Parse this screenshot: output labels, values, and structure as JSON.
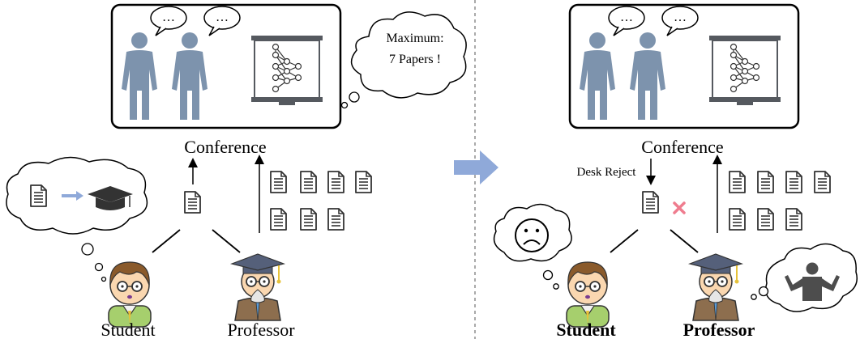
{
  "left_panel": {
    "venue_label": "Conference",
    "thought_text_line1": "Maximum:",
    "thought_text_line2": "7 Papers !",
    "speech_left": "…",
    "speech_right": "…",
    "student_label": "Student",
    "professor_label": "Professor"
  },
  "right_panel": {
    "venue_label": "Conference",
    "desk_reject_label": "Desk Reject",
    "speech_left": "…",
    "speech_right": "…",
    "student_label": "Student",
    "professor_label": "Professor"
  },
  "colors": {
    "person_blue": "#7d93ad",
    "arrow_blue": "#8fa9d9",
    "reject_pink": "#ef7c8e",
    "skin": "#fad7b0",
    "student_hair": "#8a5a2b",
    "student_shirt": "#a6cf6d",
    "professor_jacket": "#8d6e4e",
    "cap": "#55607a",
    "tie": "#5b9bd5"
  }
}
